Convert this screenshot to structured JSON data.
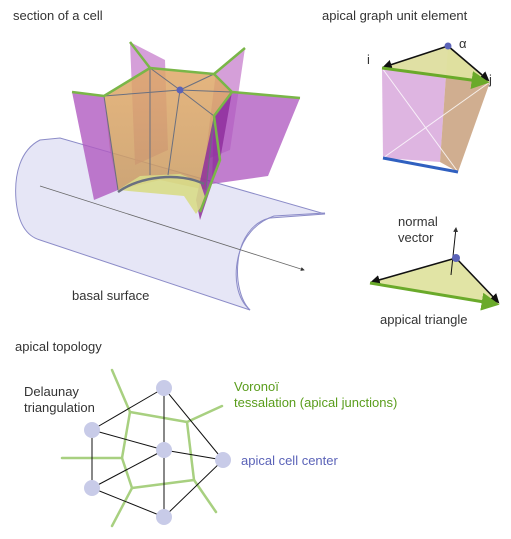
{
  "labels": {
    "section_title": "section of a  cell",
    "apical_graph_title": "apical graph unit element",
    "vertex_i": "i",
    "vertex_j": "j",
    "vertex_alpha": "α",
    "normal_vector": "normal\nvector",
    "apical_triangle": "appical triangle",
    "basal_surface": "basal surface",
    "apical_topology_title": "apical topology",
    "delaunay": "Delaunay\ntriangulation",
    "voronoi": "Voronoï\ntessalation (apical junctions)",
    "apical_cell_center": "apical cell center"
  },
  "colors": {
    "text": "#333333",
    "junction_green": "#7ab648",
    "voronoi_green": "#a8d080",
    "label_green": "#5a9d1c",
    "cell_center_blue": "#5b63b8",
    "cell_center_fill": "#c8cbe8",
    "membrane_magenta": "#b05ac0",
    "membrane_light": "#d8b0dc",
    "cytoplasm_orange": "#d8a060",
    "apical_yellow": "#dfe3a0",
    "basal_surface_fill": "#e6e6f6",
    "basal_edge_blue": "#3060c0"
  }
}
